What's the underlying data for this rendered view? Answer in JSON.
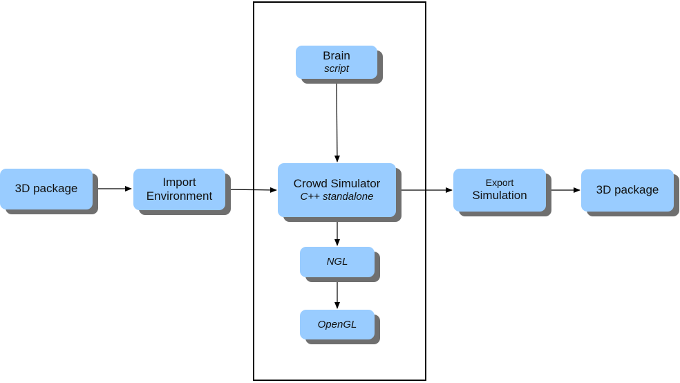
{
  "nodes": {
    "pkg_in": {
      "line1": "3D package"
    },
    "import": {
      "line1": "Import",
      "line2": "Environment"
    },
    "brain": {
      "line1": "Brain",
      "line2": "script"
    },
    "crowd": {
      "line1": "Crowd Simulator",
      "line2": "C++ standalone"
    },
    "ngl": {
      "line1": "NGL"
    },
    "opengl": {
      "line1": "OpenGL"
    },
    "export": {
      "line1": "Export",
      "line2": "Simulation"
    },
    "pkg_out": {
      "line1": "3D package"
    }
  },
  "colors": {
    "node_fill": "#99ccff",
    "node_shadow": "#6f6f6f",
    "edge": "#000000"
  }
}
